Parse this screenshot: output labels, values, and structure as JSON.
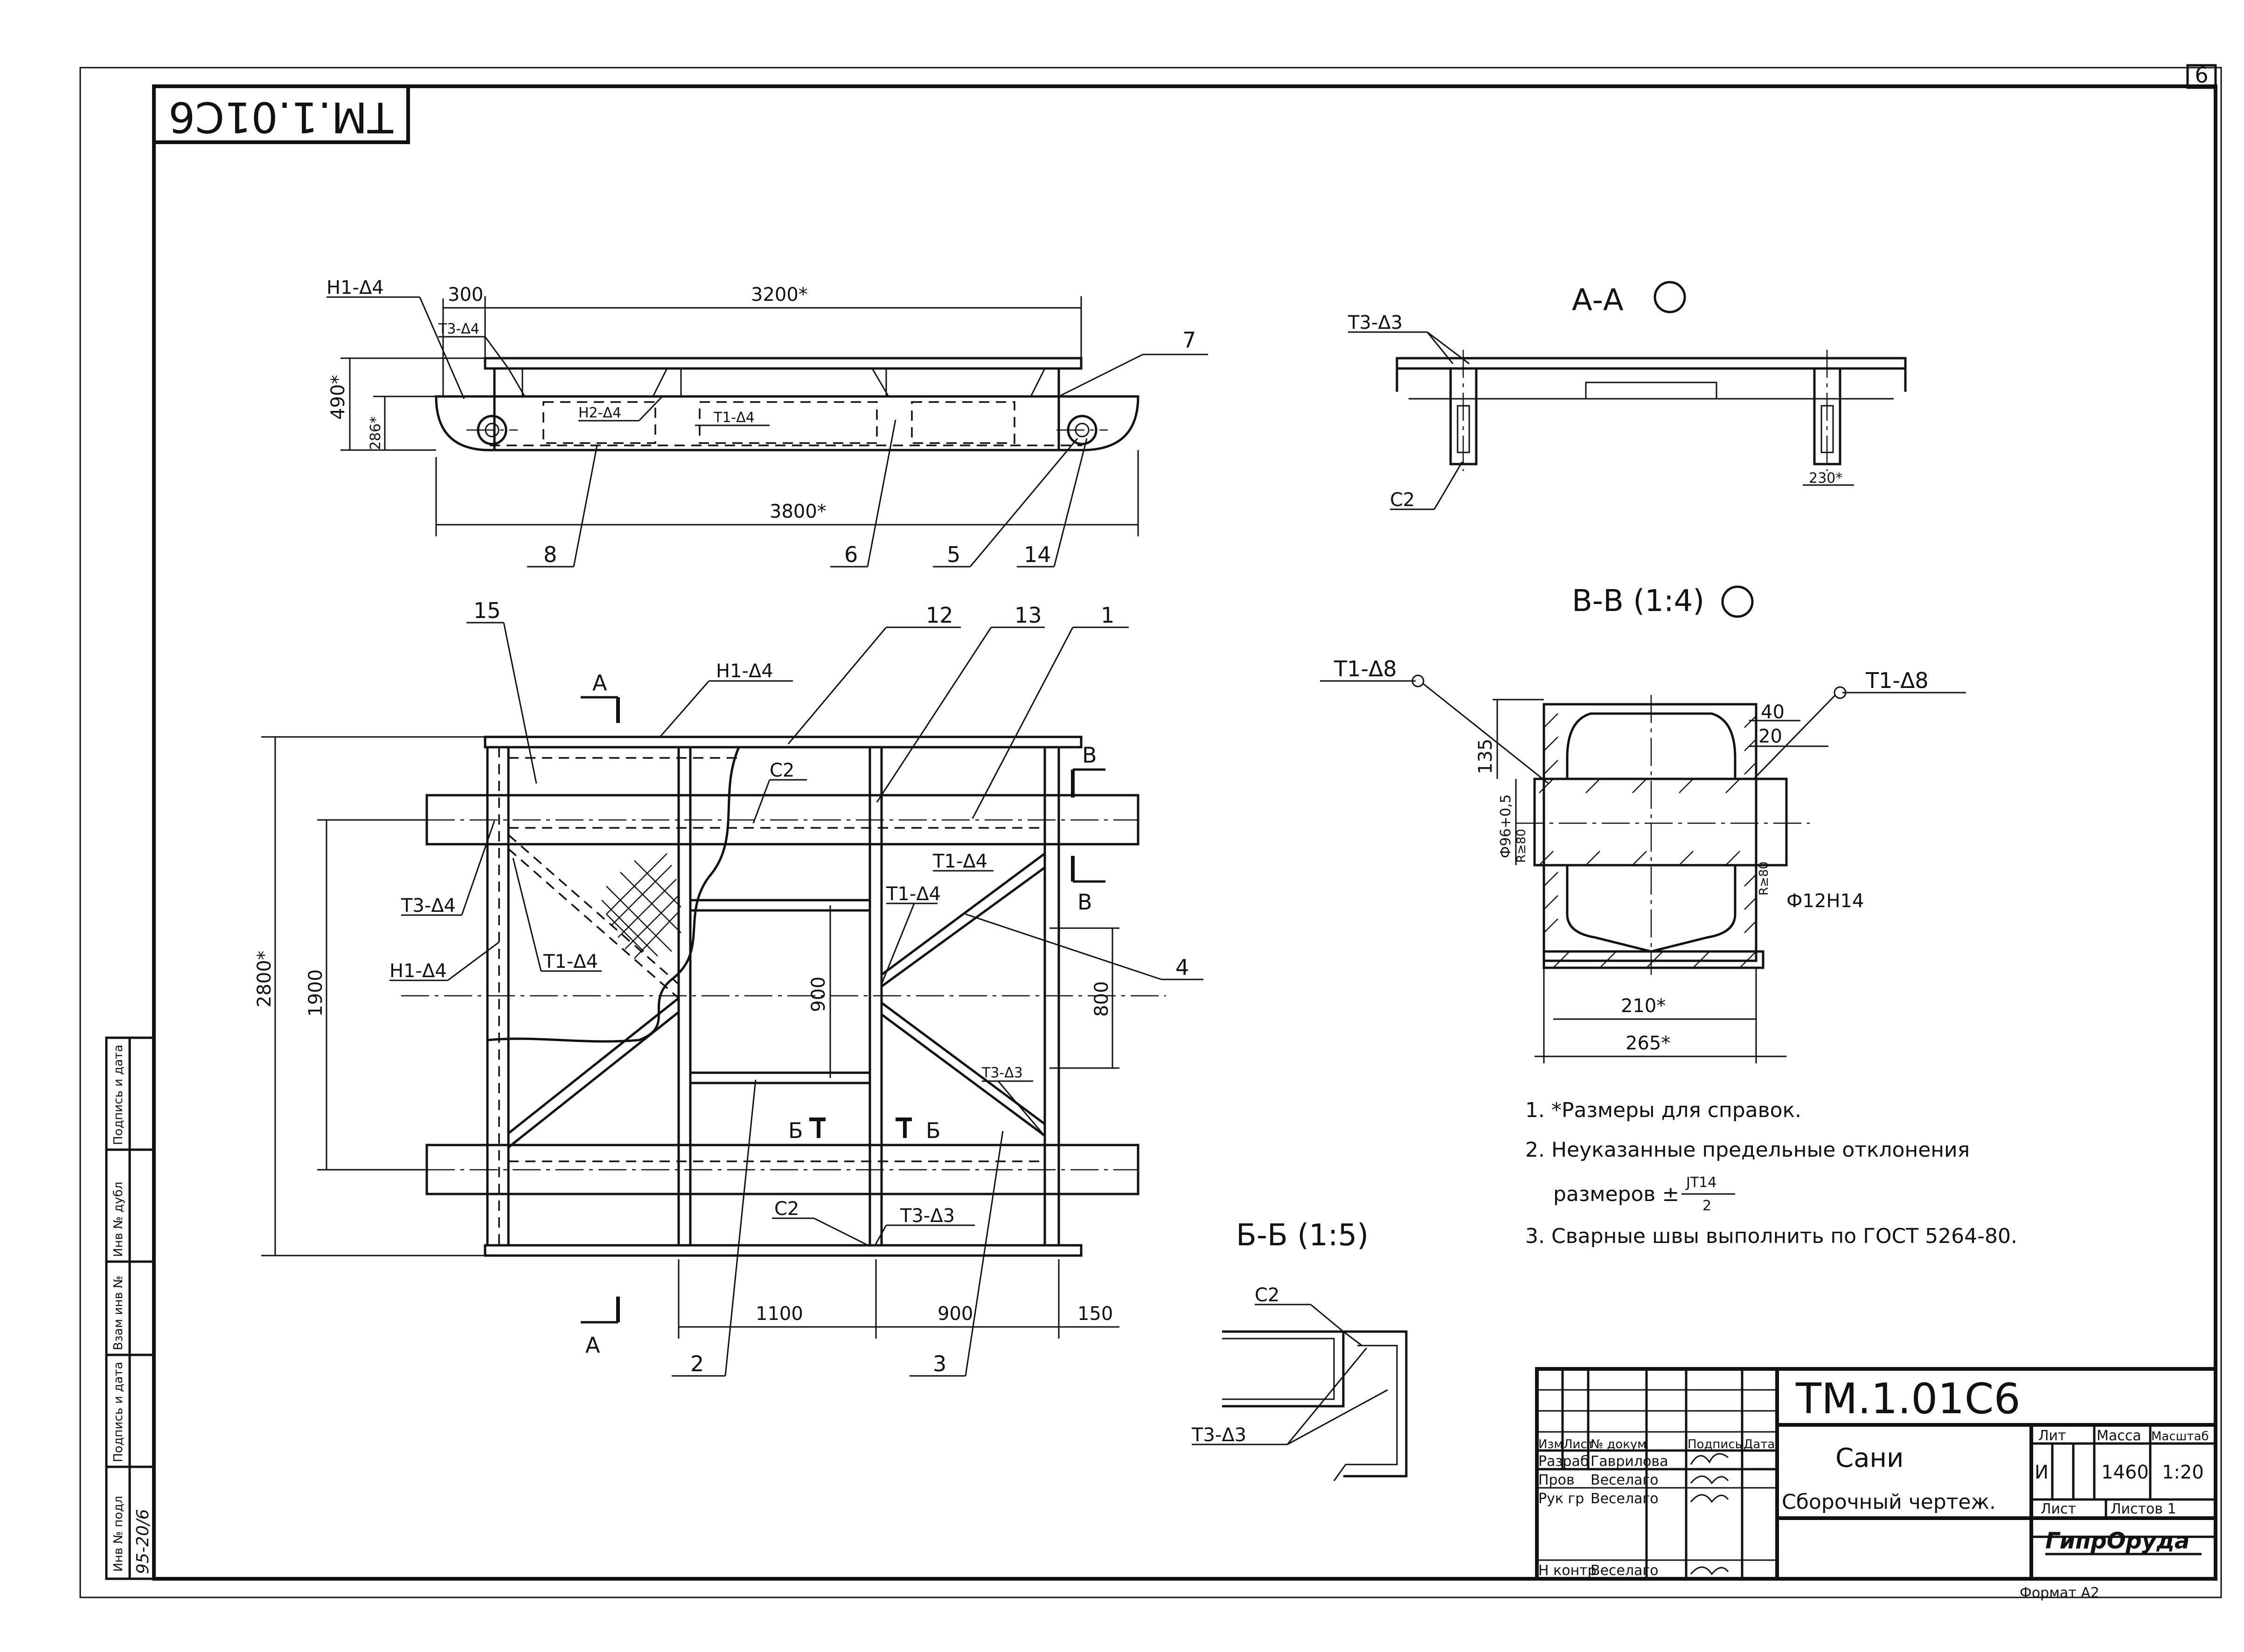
{
  "sheet": {
    "number": "6",
    "stamp_code_rotated": "ТМ.1.01С6",
    "format_label": "Формат А2"
  },
  "side_strip": {
    "labels": [
      "Инв № подл",
      "Подпись и дата",
      "Взам инв №",
      "Инв № дубл",
      "Подпись и дата"
    ],
    "inv_value": "95-20/6"
  },
  "top_view": {
    "dims": {
      "overall_length": "3800*",
      "frame_length": "3200*",
      "end_offset": "300",
      "height": "490*",
      "runner_height": "286*"
    },
    "weld_labels": [
      "Н1-Δ4",
      "Т3-Δ4",
      "Н2-Δ4",
      "Т1-Δ4"
    ],
    "callouts": [
      "7",
      "8",
      "6",
      "5",
      "14"
    ]
  },
  "plan_view": {
    "callouts": [
      "15",
      "12",
      "13",
      "1",
      "4",
      "2",
      "3"
    ],
    "weld_labels": [
      "Н1-Δ4",
      "С2",
      "Т1-Δ4",
      "Т3-Δ4",
      "Т1-Δ4",
      "Т1-Δ4",
      "Н1-Δ4",
      "Т3-Δ3",
      "С2",
      "Т3-Δ3"
    ],
    "section_marks": {
      "a": "А",
      "v": "В",
      "b": "Б"
    },
    "dims": {
      "overall": "2800*",
      "runner_span": "1900",
      "inner_900": "900",
      "inner_800": "800",
      "bottom_1100": "1100",
      "bottom_900": "900",
      "bottom_150": "150"
    }
  },
  "section_aa": {
    "title": "А-А",
    "weld_label": "Т3-Δ3",
    "seam_label": "С2",
    "dim": "230*"
  },
  "section_vv": {
    "title": "В-В (1:4)",
    "weld_left": "Т1-Δ8",
    "weld_right": "Т1-Δ8",
    "dims": {
      "d40": "40",
      "d20": "20",
      "d135": "135",
      "phi": "Ф96+0,5",
      "r_left": "R≥80",
      "r_right": "R≥80",
      "bore": "Ф12Н14",
      "w210": "210*",
      "w265": "265*"
    }
  },
  "section_bb": {
    "title": "Б-Б (1:5)",
    "seam_label": "С2",
    "weld_label": "Т3-Δ3"
  },
  "notes": {
    "n1": "1. *Размеры для справок.",
    "n2a": "2. Неуказанные предельные отклонения",
    "n2b_prefix": "размеров ±",
    "n2b_num": "JT14",
    "n2b_den": "2",
    "n3": "3. Сварные швы выполнить по ГОСТ 5264-80."
  },
  "title_block": {
    "code": "ТМ.1.01С6",
    "name": "Сани",
    "doc_type": "Сборочный чертеж.",
    "headers": [
      "Изм",
      "Лист",
      "№ докум",
      "Подпись",
      "Дата"
    ],
    "rows": [
      {
        "role": "Разраб",
        "name": "Гаврилова"
      },
      {
        "role": "Пров",
        "name": "Веселаго"
      },
      {
        "role": "Рук гр",
        "name": "Веселаго"
      },
      {
        "role": "Н контр",
        "name": "Веселаго"
      }
    ],
    "lit_label": "Лит",
    "lit_value": "И",
    "mass_label": "Масса",
    "mass_value": "1460",
    "scale_label": "Масштаб",
    "scale_value": "1:20",
    "sheet_label": "Лист",
    "sheets_label": "Листов 1",
    "org": "ГипрОруда"
  }
}
